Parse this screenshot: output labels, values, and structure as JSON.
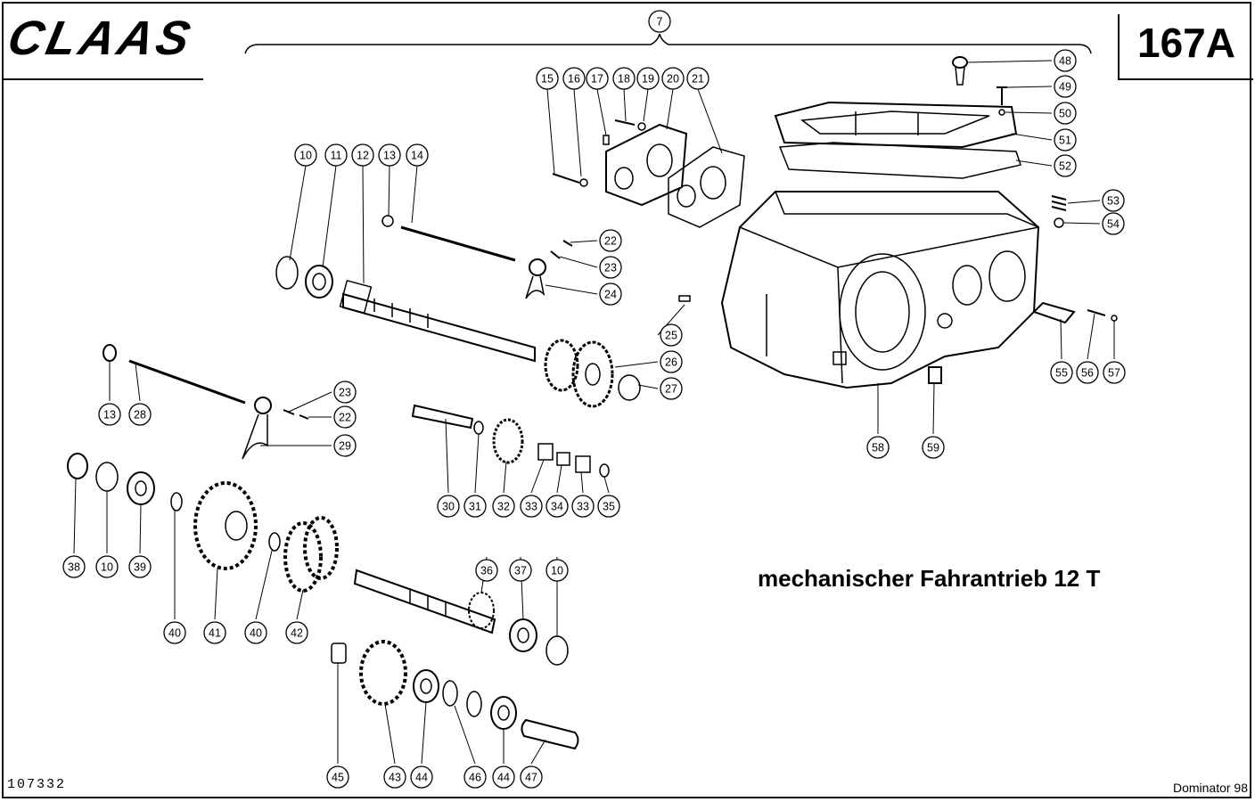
{
  "brand": "CLAAS",
  "page_number": "167A",
  "title": "mechanischer Fahrantrieb 12 T",
  "document_number": "107332",
  "model": "Dominator 98",
  "callouts": [
    {
      "label": "7"
    },
    {
      "label": "10"
    },
    {
      "label": "11"
    },
    {
      "label": "12"
    },
    {
      "label": "13"
    },
    {
      "label": "14"
    },
    {
      "label": "15"
    },
    {
      "label": "16"
    },
    {
      "label": "17"
    },
    {
      "label": "18"
    },
    {
      "label": "19"
    },
    {
      "label": "20"
    },
    {
      "label": "21"
    },
    {
      "label": "22"
    },
    {
      "label": "23"
    },
    {
      "label": "24"
    },
    {
      "label": "25"
    },
    {
      "label": "26"
    },
    {
      "label": "27"
    },
    {
      "label": "13"
    },
    {
      "label": "28"
    },
    {
      "label": "23"
    },
    {
      "label": "22"
    },
    {
      "label": "29"
    },
    {
      "label": "30"
    },
    {
      "label": "31"
    },
    {
      "label": "32"
    },
    {
      "label": "33"
    },
    {
      "label": "34"
    },
    {
      "label": "33"
    },
    {
      "label": "35"
    },
    {
      "label": "38"
    },
    {
      "label": "10"
    },
    {
      "label": "39"
    },
    {
      "label": "40"
    },
    {
      "label": "41"
    },
    {
      "label": "40"
    },
    {
      "label": "42"
    },
    {
      "label": "36"
    },
    {
      "label": "37"
    },
    {
      "label": "10"
    },
    {
      "label": "45"
    },
    {
      "label": "43"
    },
    {
      "label": "44"
    },
    {
      "label": "46"
    },
    {
      "label": "44"
    },
    {
      "label": "47"
    },
    {
      "label": "48"
    },
    {
      "label": "49"
    },
    {
      "label": "50"
    },
    {
      "label": "51"
    },
    {
      "label": "52"
    },
    {
      "label": "53"
    },
    {
      "label": "54"
    },
    {
      "label": "55"
    },
    {
      "label": "56"
    },
    {
      "label": "57"
    },
    {
      "label": "58"
    },
    {
      "label": "59"
    }
  ]
}
